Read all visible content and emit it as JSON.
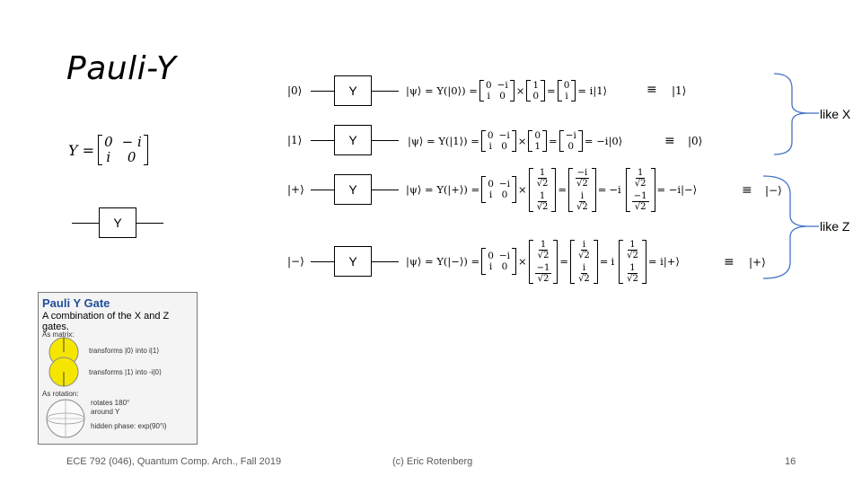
{
  "slide": {
    "title": "Pauli-Y",
    "matrix_lhs": "Y =",
    "matrix": [
      [
        "0",
        "− i"
      ],
      [
        "i",
        "0"
      ]
    ],
    "single_gate_label": "Y"
  },
  "circuits": [
    {
      "input": "|0⟩",
      "gate": "Y",
      "lhs": "|ψ⟩ = Y(|0⟩) =",
      "vector": [
        "1",
        "0"
      ],
      "result_vector": [
        "0",
        "i"
      ],
      "tail": "= i|1⟩",
      "equiv": "≡",
      "equiv_state": "|1⟩"
    },
    {
      "input": "|1⟩",
      "gate": "Y",
      "lhs": "|ψ⟩ = Y(|1⟩) =",
      "vector": [
        "0",
        "1"
      ],
      "result_vector": [
        "−i",
        "0"
      ],
      "tail": "= −i|0⟩",
      "equiv": "≡",
      "equiv_state": "|0⟩"
    },
    {
      "input": "|+⟩",
      "gate": "Y",
      "lhs": "|ψ⟩ = Y(|+⟩) =",
      "tail": "= −i|−⟩",
      "coef": "−i",
      "equiv": "≡",
      "equiv_state": "|−⟩"
    },
    {
      "input": "|−⟩",
      "gate": "Y",
      "lhs": "|ψ⟩ = Y(|−⟩) =",
      "tail": "= i|+⟩",
      "coef": "i",
      "equiv": "≡",
      "equiv_state": "|+⟩"
    }
  ],
  "gate_matrix": [
    [
      "0",
      "−i"
    ],
    [
      "i",
      "0"
    ]
  ],
  "annotations": {
    "like_x": "like X",
    "like_z": "like Z"
  },
  "panel": {
    "heading": "Pauli Y Gate",
    "subtitle": "A combination of the X and Z gates.",
    "as_matrix": "As matrix:",
    "transform0": "transforms |0⟩ into i|1⟩",
    "transform1": "transforms |1⟩ into -i|0⟩",
    "as_rotation": "As rotation:",
    "rotates": "rotates 180°",
    "around": "around Y",
    "hidden_phase": "hidden phase: exp(90°i)"
  },
  "footer": {
    "left": "ECE 792 (046), Quantum Comp. Arch., Fall 2019",
    "center": "(c) Eric Rotenberg",
    "page": "16"
  }
}
